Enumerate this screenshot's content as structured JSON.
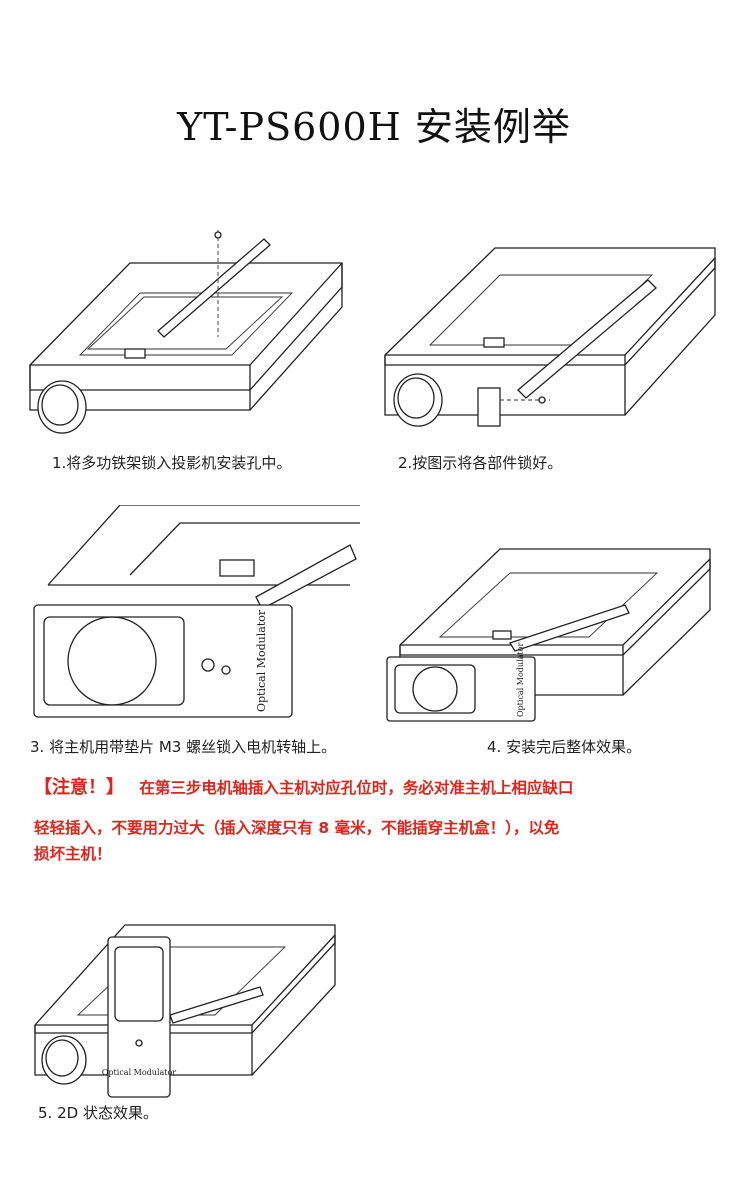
{
  "title": "YT-PS600H 安装例举",
  "captions": {
    "step1": "1.将多功铁架锁入投影机安装孔中。",
    "step2": "2.按图示将各部件锁好。",
    "step3": "3. 将主机用带垫片 M3 螺丝锁入电机转轴上。",
    "step4": "4. 安装完后整体效果。",
    "step5": "5. 2D 状态效果。"
  },
  "device_label": "Optical Modulator",
  "warning": {
    "lead": "【注意！】",
    "line1": "在第三步电机轴插入主机对应孔位时，务必对准主机上相应缺口",
    "line2": "轻轻插入，不要用力过大（插入深度只有 8 毫米，不能插穿主机盒！），以免",
    "line3": "损坏主机！"
  }
}
